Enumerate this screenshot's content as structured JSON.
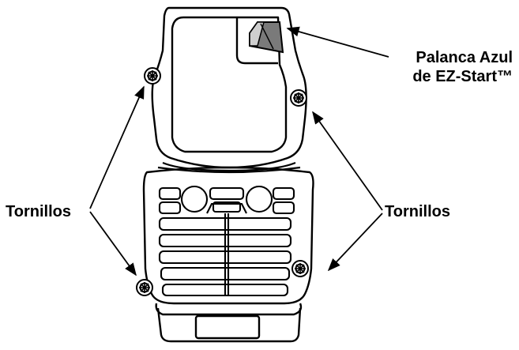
{
  "labels": {
    "lever_line1": "Palanca Azul",
    "lever_line2": "de EZ-Start™",
    "screws_left": "Tornillos",
    "screws_right": "Tornillos"
  },
  "colors": {
    "stroke": "#000000",
    "lever_fill": "#7a7a7a",
    "background": "#ffffff"
  }
}
